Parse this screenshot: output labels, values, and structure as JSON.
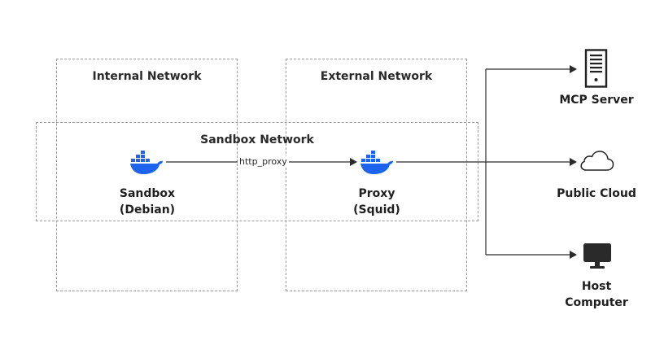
{
  "zones": {
    "internal": {
      "label": "Internal Network"
    },
    "external": {
      "label": "External Network"
    },
    "sandbox": {
      "label": "Sandbox Network"
    }
  },
  "nodes": {
    "sandbox": {
      "line1": "Sandbox",
      "line2": "(Debian)",
      "icon": "docker-whale-icon"
    },
    "proxy": {
      "line1": "Proxy",
      "line2": "(Squid)",
      "icon": "docker-whale-icon"
    },
    "mcp": {
      "label": "MCP Server",
      "icon": "server-icon"
    },
    "cloud": {
      "label": "Public Cloud",
      "icon": "cloud-icon"
    },
    "host": {
      "line1": "Host",
      "line2": "Computer",
      "icon": "monitor-icon"
    }
  },
  "edges": {
    "sandbox_to_proxy": {
      "label": "http_proxy"
    }
  },
  "colors": {
    "docker_blue": "#1D63ED",
    "line": "#2b2b2b",
    "dash": "#9a9a9a"
  }
}
